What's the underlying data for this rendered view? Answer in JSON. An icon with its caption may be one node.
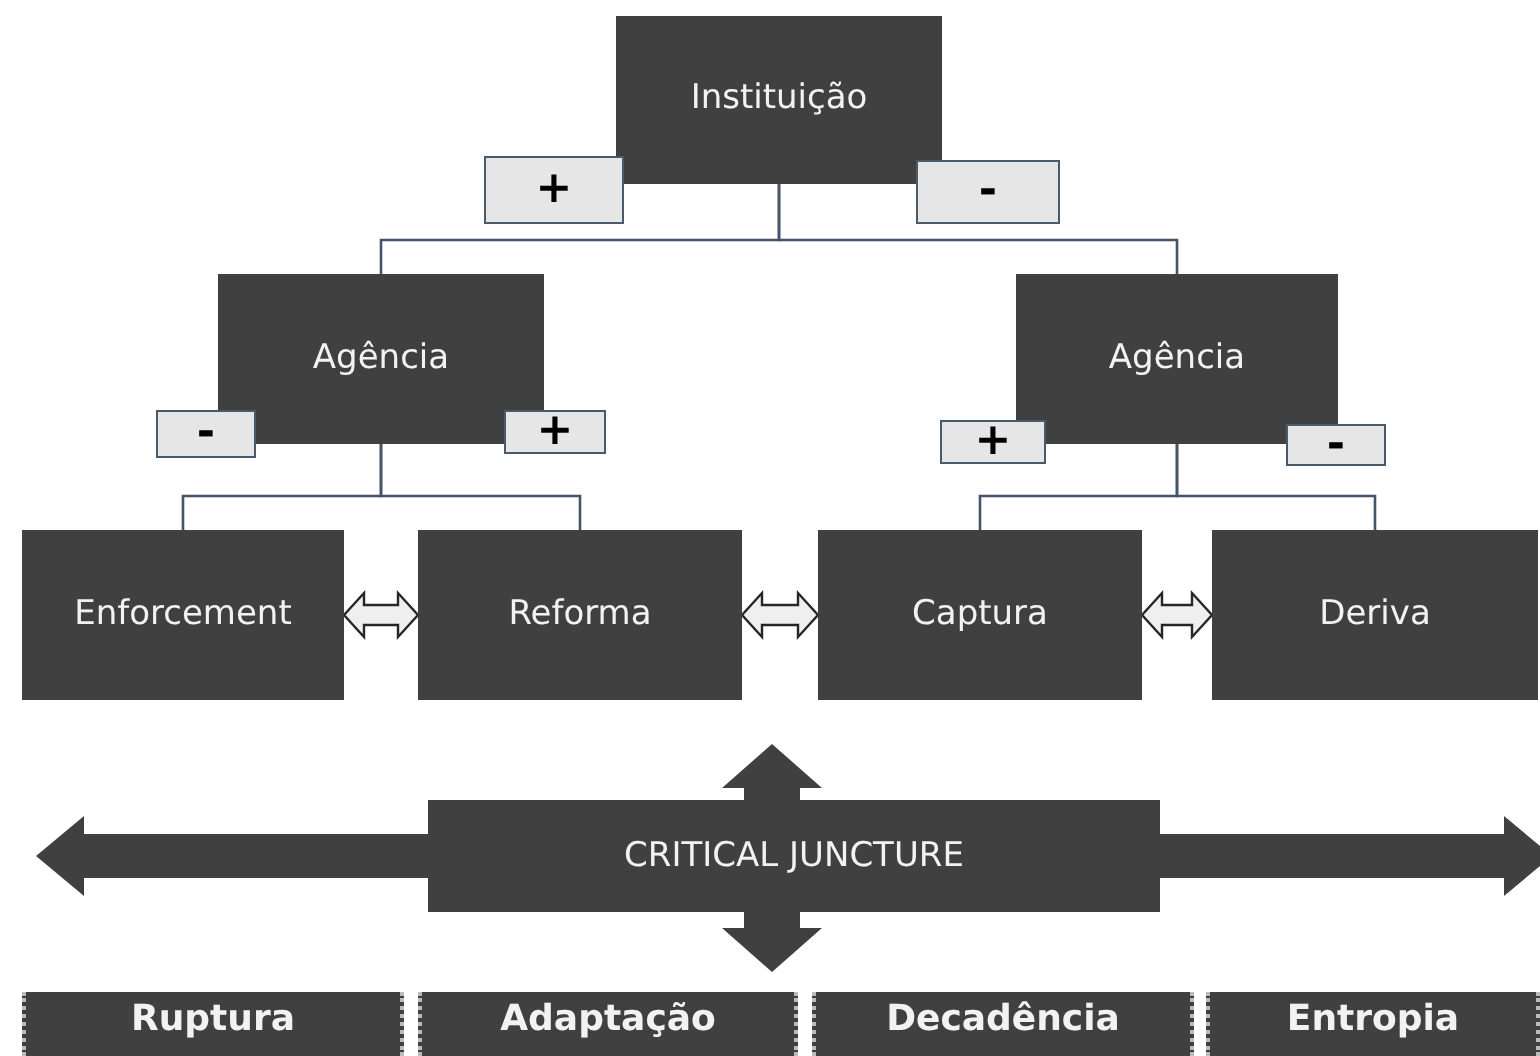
{
  "diagram": {
    "nodes": [
      {
        "text": [
          "Instituição"
        ]
      },
      {
        "text": [
          "+"
        ]
      },
      {
        "text": [
          "-"
        ]
      },
      {
        "text": [
          "Agência"
        ]
      },
      {
        "text": [
          "-"
        ]
      },
      {
        "text": [
          "+"
        ]
      },
      {
        "text": [
          "Agência"
        ]
      },
      {
        "text": [
          "+"
        ]
      },
      {
        "text": [
          "-"
        ]
      },
      {
        "text": [
          "Enforcement"
        ]
      },
      {
        "text": [
          "Reforma"
        ]
      },
      {
        "text": [
          "Captura"
        ]
      },
      {
        "text": [
          "Deriva"
        ]
      },
      {
        "text": [
          "CRITICAL JUNCTURE"
        ]
      },
      {
        "text": [
          "Ruptura"
        ]
      },
      {
        "text": [
          "Adaptação"
        ]
      },
      {
        "text": [
          "Decadência"
        ]
      },
      {
        "text": [
          "Entropia"
        ]
      }
    ],
    "edges": [
      {
        "from": 0,
        "to": 3,
        "arrow": "none"
      },
      {
        "from": 0,
        "to": 6,
        "arrow": "none"
      },
      {
        "from": 3,
        "to": 9,
        "arrow": "none"
      },
      {
        "from": 3,
        "to": 10,
        "arrow": "none"
      },
      {
        "from": 6,
        "to": 11,
        "arrow": "none"
      },
      {
        "from": 6,
        "to": 12,
        "arrow": "none"
      },
      {
        "from": 9,
        "to": 10,
        "arrow": "both"
      },
      {
        "from": 10,
        "to": 11,
        "arrow": "both"
      },
      {
        "from": 11,
        "to": 12,
        "arrow": "both"
      }
    ]
  }
}
